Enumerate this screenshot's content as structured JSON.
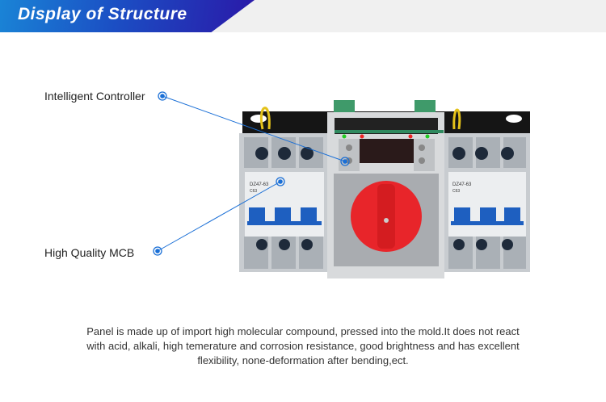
{
  "header": {
    "title": "Display of Structure"
  },
  "callouts": {
    "controller": "Intelligent Controller",
    "mcb": "High Quality MCB"
  },
  "device": {
    "left_breaker": {
      "model": "DZ47-63",
      "rating": "C63"
    },
    "right_breaker": {
      "model": "DZ47-63",
      "rating": "C63"
    }
  },
  "description": {
    "line1": "Panel is made up of import high molecular compound, pressed into the mold.It does not react",
    "line2": "with acid, alkali, high temerature and corrosion resistance, good brightness and has excellent",
    "line3": "flexibility, none-deformation after bending,ect."
  },
  "colors": {
    "accent": "#1a6fd6",
    "knob": "#e8252a",
    "toggle": "#1e5fc0"
  }
}
